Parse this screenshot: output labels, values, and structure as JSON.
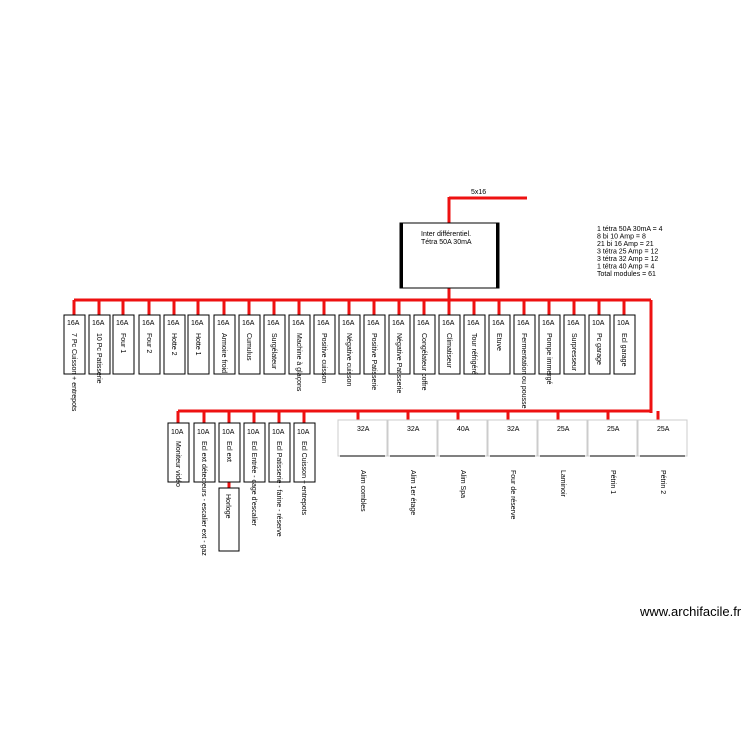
{
  "supply_label": "5x16",
  "main_breaker": {
    "line1": "Inter différentiel.",
    "line2": "Tétra 50A 30mA"
  },
  "summary": [
    "1 tétra 50A 30mA = 4",
    "8 bi 10 Amp = 8",
    "21 bi 16 Amp = 21",
    "3  tétra 25 Amp = 12",
    "3  tétra 32 Amp = 12",
    "1  tétra 40 Amp = 4",
    "Total modules = 61"
  ],
  "row1_breakers": [
    {
      "rating": "16A",
      "label": "7 Pc Cuisson + entrepots"
    },
    {
      "rating": "16A",
      "label": "10 Pc Patisserie"
    },
    {
      "rating": "16A",
      "label": "Four 1"
    },
    {
      "rating": "16A",
      "label": "Four 2"
    },
    {
      "rating": "16A",
      "label": "Hotte 2"
    },
    {
      "rating": "16A",
      "label": "Hotte 1"
    },
    {
      "rating": "16A",
      "label": "Armoire froid"
    },
    {
      "rating": "16A",
      "label": "Cumulus"
    },
    {
      "rating": "16A",
      "label": "Surgélateur"
    },
    {
      "rating": "16A",
      "label": "Machine à glaçons"
    },
    {
      "rating": "16A",
      "label": "Positive cuisson"
    },
    {
      "rating": "16A",
      "label": "Négative cuisson"
    },
    {
      "rating": "16A",
      "label": "Positive Patisserie"
    },
    {
      "rating": "16A",
      "label": "Négative Patisserie"
    },
    {
      "rating": "16A",
      "label": "Congélateur coffre"
    },
    {
      "rating": "16A",
      "label": "Climatiseur"
    },
    {
      "rating": "16A",
      "label": "Tour réfrigéré"
    },
    {
      "rating": "16A",
      "label": "Etuve"
    },
    {
      "rating": "16A",
      "label": "Fermentation ou pousse"
    },
    {
      "rating": "16A",
      "label": "Pompe immergé"
    },
    {
      "rating": "16A",
      "label": "Surpresseur"
    },
    {
      "rating": "10A",
      "label": "Pc garage"
    },
    {
      "rating": "10A",
      "label": "Ecl garage"
    }
  ],
  "row2_breakers": [
    {
      "rating": "10A",
      "label": "Moniteur vidéo"
    },
    {
      "rating": "10A",
      "label": "Ecl ext détecteurs - escalier ext - gaz"
    },
    {
      "rating": "10A",
      "label": "Ecl ext"
    },
    {
      "rating": "10A",
      "label": "Ecl Entrée - cage d'escalier"
    },
    {
      "rating": "10A",
      "label": "Ecl Patisserie - farine - réserve"
    },
    {
      "rating": "10A",
      "label": "Ecl Cuisson + entrepots"
    }
  ],
  "clock_label": "Horloge",
  "tetra_breakers": [
    {
      "rating": "32A",
      "label": "Alim combles"
    },
    {
      "rating": "32A",
      "label": "Alim 1er étage"
    },
    {
      "rating": "40A",
      "label": "Alim Spa"
    },
    {
      "rating": "32A",
      "label": "Four de réserve"
    },
    {
      "rating": "25A",
      "label": "Laminoir"
    },
    {
      "rating": "25A",
      "label": "Pétrin 1"
    },
    {
      "rating": "25A",
      "label": "Pétrin 2"
    }
  ],
  "watermark": "www.archifacile.fr",
  "colors": {
    "wire": "#ee1111",
    "stroke": "#000000",
    "tetra_edge": "#cccccc",
    "background": "#ffffff"
  }
}
